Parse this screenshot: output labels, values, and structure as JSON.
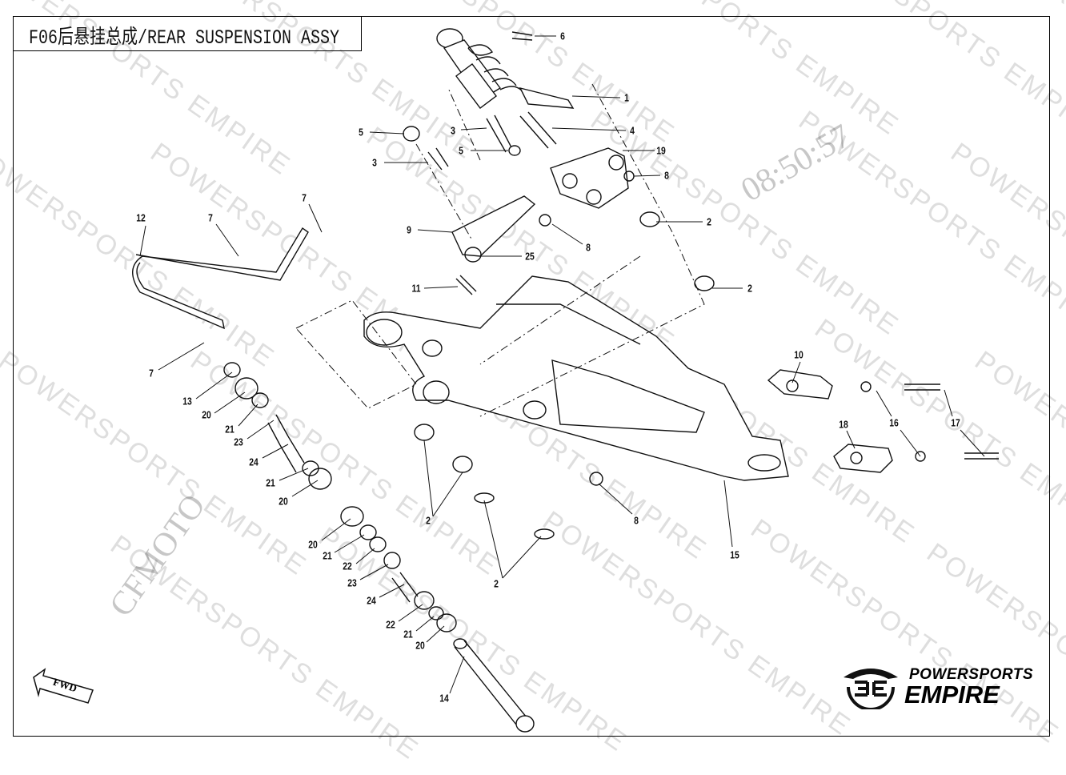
{
  "title": "F06后悬挂总成/REAR SUSPENSION  ASSY",
  "callouts": [
    "6",
    "1",
    "5",
    "3",
    "4",
    "19",
    "5",
    "3",
    "8",
    "7",
    "7",
    "12",
    "2",
    "9",
    "8",
    "25",
    "2",
    "11",
    "10",
    "7",
    "13",
    "16",
    "17",
    "18",
    "20",
    "21",
    "23",
    "24",
    "21",
    "20",
    "2",
    "8",
    "15",
    "20",
    "21",
    "22",
    "23",
    "2",
    "24",
    "22",
    "21",
    "20",
    "14"
  ],
  "watermarks": {
    "brand": "POWERSPORTS EMPIRE",
    "time": "08:50:57",
    "maker": "CFMOTO"
  },
  "fwd_label": "FWD",
  "logo": {
    "top": "POWERSPORTS",
    "bottom": "EMPIRE"
  }
}
